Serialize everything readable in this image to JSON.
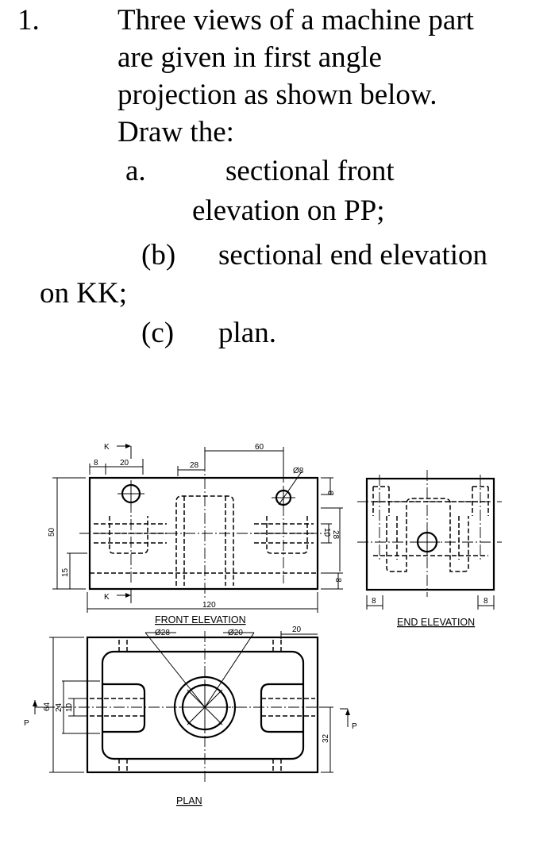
{
  "question": {
    "number": "1.",
    "intro_lines": [
      "Three views of a machine part",
      "are given in first angle",
      "projection as shown below.",
      "Draw the:"
    ],
    "item_a_marker": "a.",
    "item_a_line1": "sectional front",
    "item_a_line2": "elevation on PP;",
    "item_b_marker": "(b)",
    "item_b_text": "sectional end elevation",
    "item_b_cont": "on KK;",
    "item_c_marker": "(c)",
    "item_c_text": "plan."
  },
  "drawing": {
    "captions": {
      "front": "FRONT ELEVATION",
      "end": "END ELEVATION",
      "plan": "PLAN"
    },
    "section_labels": {
      "k_top": "K",
      "k_bottom": "K",
      "p_left": "P",
      "p_right": "P"
    },
    "dimensions": {
      "d8_top": "8",
      "d20_top": "20",
      "d28_top": "28",
      "d60_top": "60",
      "dia8": "Ø8",
      "d6_right": "6",
      "d10_right": "10",
      "d28_right": "28",
      "d8_right": "8",
      "d50_left": "50",
      "d15_left": "15",
      "d120_bottom": "120",
      "d8_end_left": "8",
      "d8_end_right": "8",
      "dia28": "Ø28",
      "dia20": "Ø20",
      "d20_plan": "20",
      "d64_plan": "64",
      "d24_plan": "24",
      "d10_plan": "10",
      "d32_plan": "32"
    }
  }
}
